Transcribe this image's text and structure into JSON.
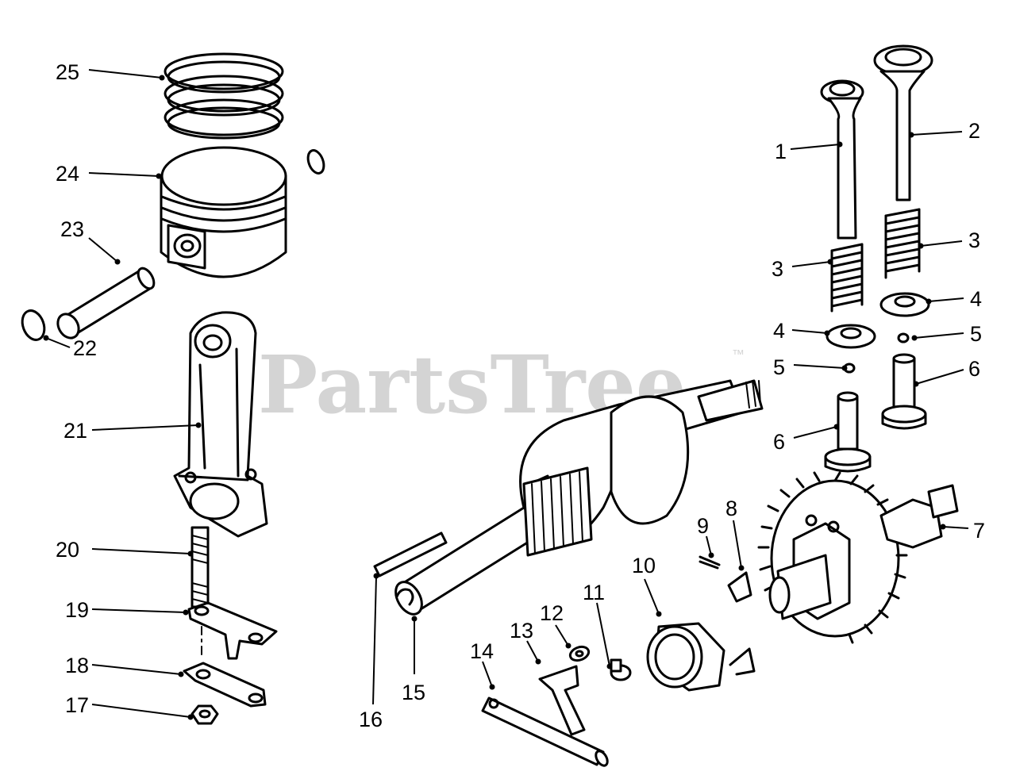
{
  "watermark": {
    "text": "PartsTree",
    "trademark": "™"
  },
  "callouts": [
    {
      "id": "callout-1",
      "label": "1"
    },
    {
      "id": "callout-2",
      "label": "2"
    },
    {
      "id": "callout-3a",
      "label": "3"
    },
    {
      "id": "callout-3b",
      "label": "3"
    },
    {
      "id": "callout-4a",
      "label": "4"
    },
    {
      "id": "callout-4b",
      "label": "4"
    },
    {
      "id": "callout-5a",
      "label": "5"
    },
    {
      "id": "callout-5b",
      "label": "5"
    },
    {
      "id": "callout-6a",
      "label": "6"
    },
    {
      "id": "callout-6b",
      "label": "6"
    },
    {
      "id": "callout-7",
      "label": "7"
    },
    {
      "id": "callout-8",
      "label": "8"
    },
    {
      "id": "callout-9",
      "label": "9"
    },
    {
      "id": "callout-10",
      "label": "10"
    },
    {
      "id": "callout-11",
      "label": "11"
    },
    {
      "id": "callout-12",
      "label": "12"
    },
    {
      "id": "callout-13",
      "label": "13"
    },
    {
      "id": "callout-14",
      "label": "14"
    },
    {
      "id": "callout-15",
      "label": "15"
    },
    {
      "id": "callout-16",
      "label": "16"
    },
    {
      "id": "callout-17",
      "label": "17"
    },
    {
      "id": "callout-18",
      "label": "18"
    },
    {
      "id": "callout-19",
      "label": "19"
    },
    {
      "id": "callout-20",
      "label": "20"
    },
    {
      "id": "callout-21",
      "label": "21"
    },
    {
      "id": "callout-22",
      "label": "22"
    },
    {
      "id": "callout-23",
      "label": "23"
    },
    {
      "id": "callout-24",
      "label": "24"
    },
    {
      "id": "callout-25",
      "label": "25"
    }
  ]
}
